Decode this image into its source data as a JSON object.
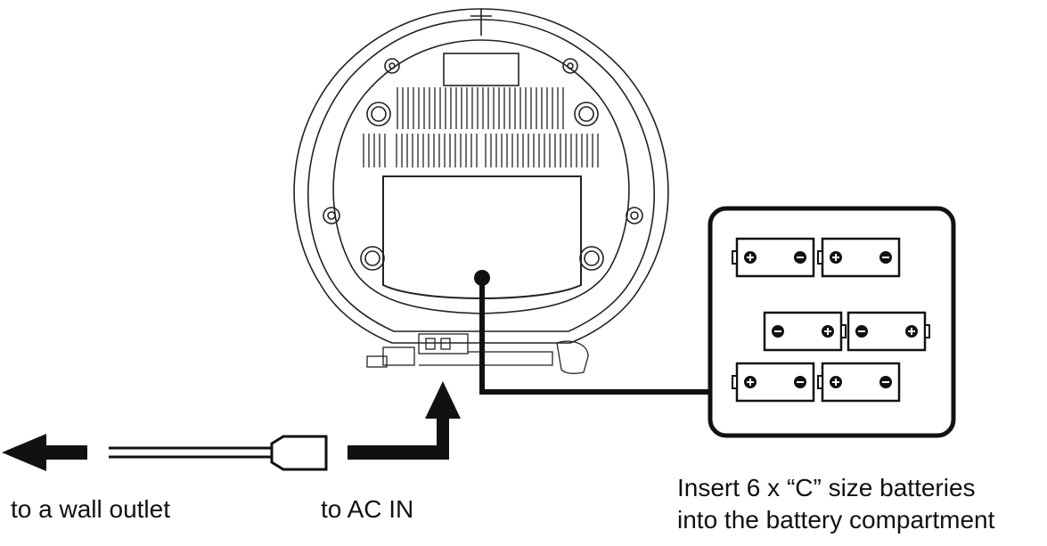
{
  "labels": {
    "wall_outlet": "to a wall outlet",
    "ac_in": "to AC IN",
    "battery_instruction_line1": "Insert 6 x “C” size batteries",
    "battery_instruction_line2": "into the battery compartment"
  },
  "battery_compartment": {
    "battery_count": 6,
    "batteries": [
      {
        "row": 1,
        "polarity": "+ -"
      },
      {
        "row": 1,
        "polarity": "+ -"
      },
      {
        "row": 2,
        "polarity": "- +"
      },
      {
        "row": 2,
        "polarity": "- +"
      },
      {
        "row": 3,
        "polarity": "+ -"
      },
      {
        "row": 3,
        "polarity": "+ -"
      }
    ]
  },
  "colors": {
    "line": "#111111",
    "background": "#ffffff"
  }
}
